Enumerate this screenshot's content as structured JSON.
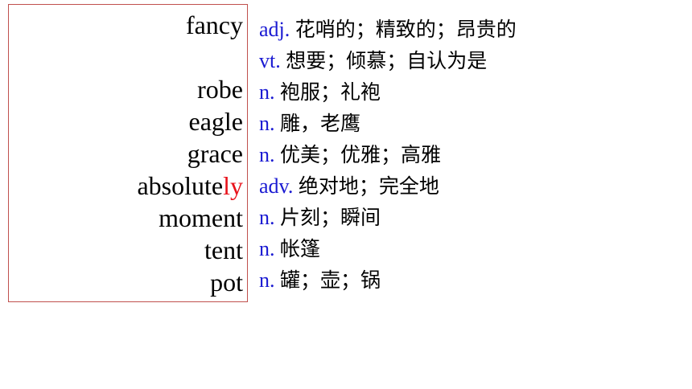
{
  "words": [
    {
      "stem": "fancy",
      "suffix": ""
    },
    {
      "stem": "robe",
      "suffix": ""
    },
    {
      "stem": "eagle",
      "suffix": ""
    },
    {
      "stem": "grace",
      "suffix": ""
    },
    {
      "stem": "absolute",
      "suffix": "ly"
    },
    {
      "stem": "moment",
      "suffix": ""
    },
    {
      "stem": "tent",
      "suffix": ""
    },
    {
      "stem": "pot",
      "suffix": ""
    }
  ],
  "definitions": [
    {
      "pos": "adj.",
      "meaning": "花哨的；精致的；昂贵的"
    },
    {
      "pos": "vt.",
      "meaning": "想要；倾慕；自认为是"
    },
    {
      "pos": "n.",
      "meaning": "袍服；礼袍"
    },
    {
      "pos": "n.",
      "meaning": "雕，老鹰"
    },
    {
      "pos": "n.",
      "meaning": "优美；优雅；高雅"
    },
    {
      "pos": "adv.",
      "meaning": "绝对地；完全地"
    },
    {
      "pos": "n.",
      "meaning": "片刻；瞬间"
    },
    {
      "pos": "n.",
      "meaning": "帐篷"
    },
    {
      "pos": "n.",
      "meaning": "罐；壶；锅"
    }
  ],
  "colors": {
    "border": "#c0504d",
    "pos": "#1a1ad2",
    "suffix_highlight": "#e8121b"
  }
}
